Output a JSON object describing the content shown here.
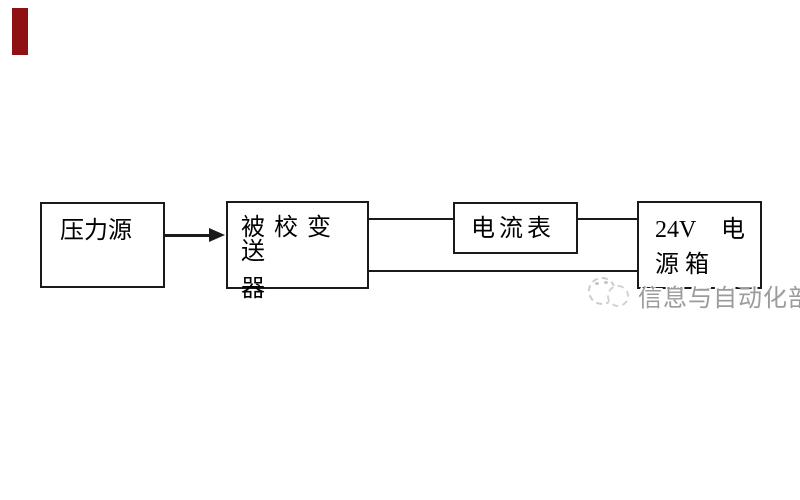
{
  "colors": {
    "background": "#ffffff",
    "accent_bar": "#8e1212",
    "box_border": "#1a1a1a",
    "wire": "#1a1a1a",
    "watermark_text": "#9c9c9c"
  },
  "diagram": {
    "nodes": {
      "pressure": {
        "label": "压力源"
      },
      "transmitter": {
        "line1": "被校变送",
        "line2": "器"
      },
      "ammeter": {
        "label": "电流表"
      },
      "power": {
        "line1_left": "24V",
        "line1_right": "电",
        "line2": "源箱"
      }
    },
    "connections": [
      {
        "from": "pressure",
        "to": "transmitter",
        "type": "arrow"
      },
      {
        "from": "transmitter",
        "to": "ammeter",
        "type": "line"
      },
      {
        "from": "ammeter",
        "to": "power",
        "type": "line"
      },
      {
        "from": "transmitter",
        "to": "power",
        "type": "return-line"
      }
    ]
  },
  "watermark": {
    "logo": "sketch-circles-logo",
    "text": "信息与自动化部"
  }
}
